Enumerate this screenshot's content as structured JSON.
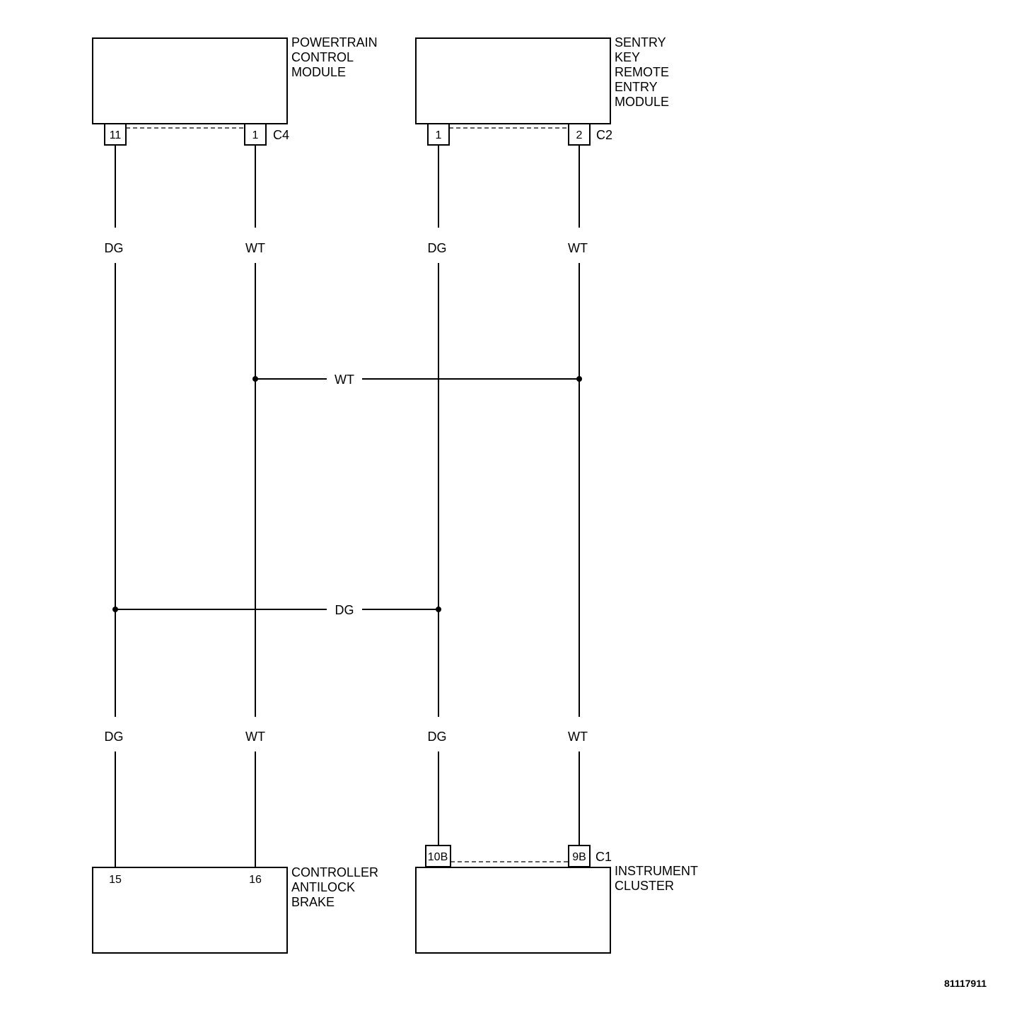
{
  "modules": {
    "pcm": {
      "label_lines": [
        "POWERTRAIN",
        "CONTROL",
        "MODULE"
      ],
      "connector": "C4",
      "pins": [
        "11",
        "1"
      ]
    },
    "skrem": {
      "label_lines": [
        "SENTRY",
        "KEY",
        "REMOTE",
        "ENTRY",
        "MODULE"
      ],
      "connector": "C2",
      "pins": [
        "1",
        "2"
      ]
    },
    "cab": {
      "label_lines": [
        "CONTROLLER",
        "ANTILOCK",
        "BRAKE"
      ],
      "pins": [
        "15",
        "16"
      ]
    },
    "ic": {
      "label_lines": [
        "INSTRUMENT",
        "CLUSTER"
      ],
      "connector": "C1",
      "pins": [
        "10B",
        "9B"
      ]
    }
  },
  "wire_labels": {
    "upper": [
      "DG",
      "WT",
      "DG",
      "WT"
    ],
    "lower": [
      "DG",
      "WT",
      "DG",
      "WT"
    ],
    "splice_wt": "WT",
    "splice_dg": "DG"
  },
  "figure_id": "81117911"
}
